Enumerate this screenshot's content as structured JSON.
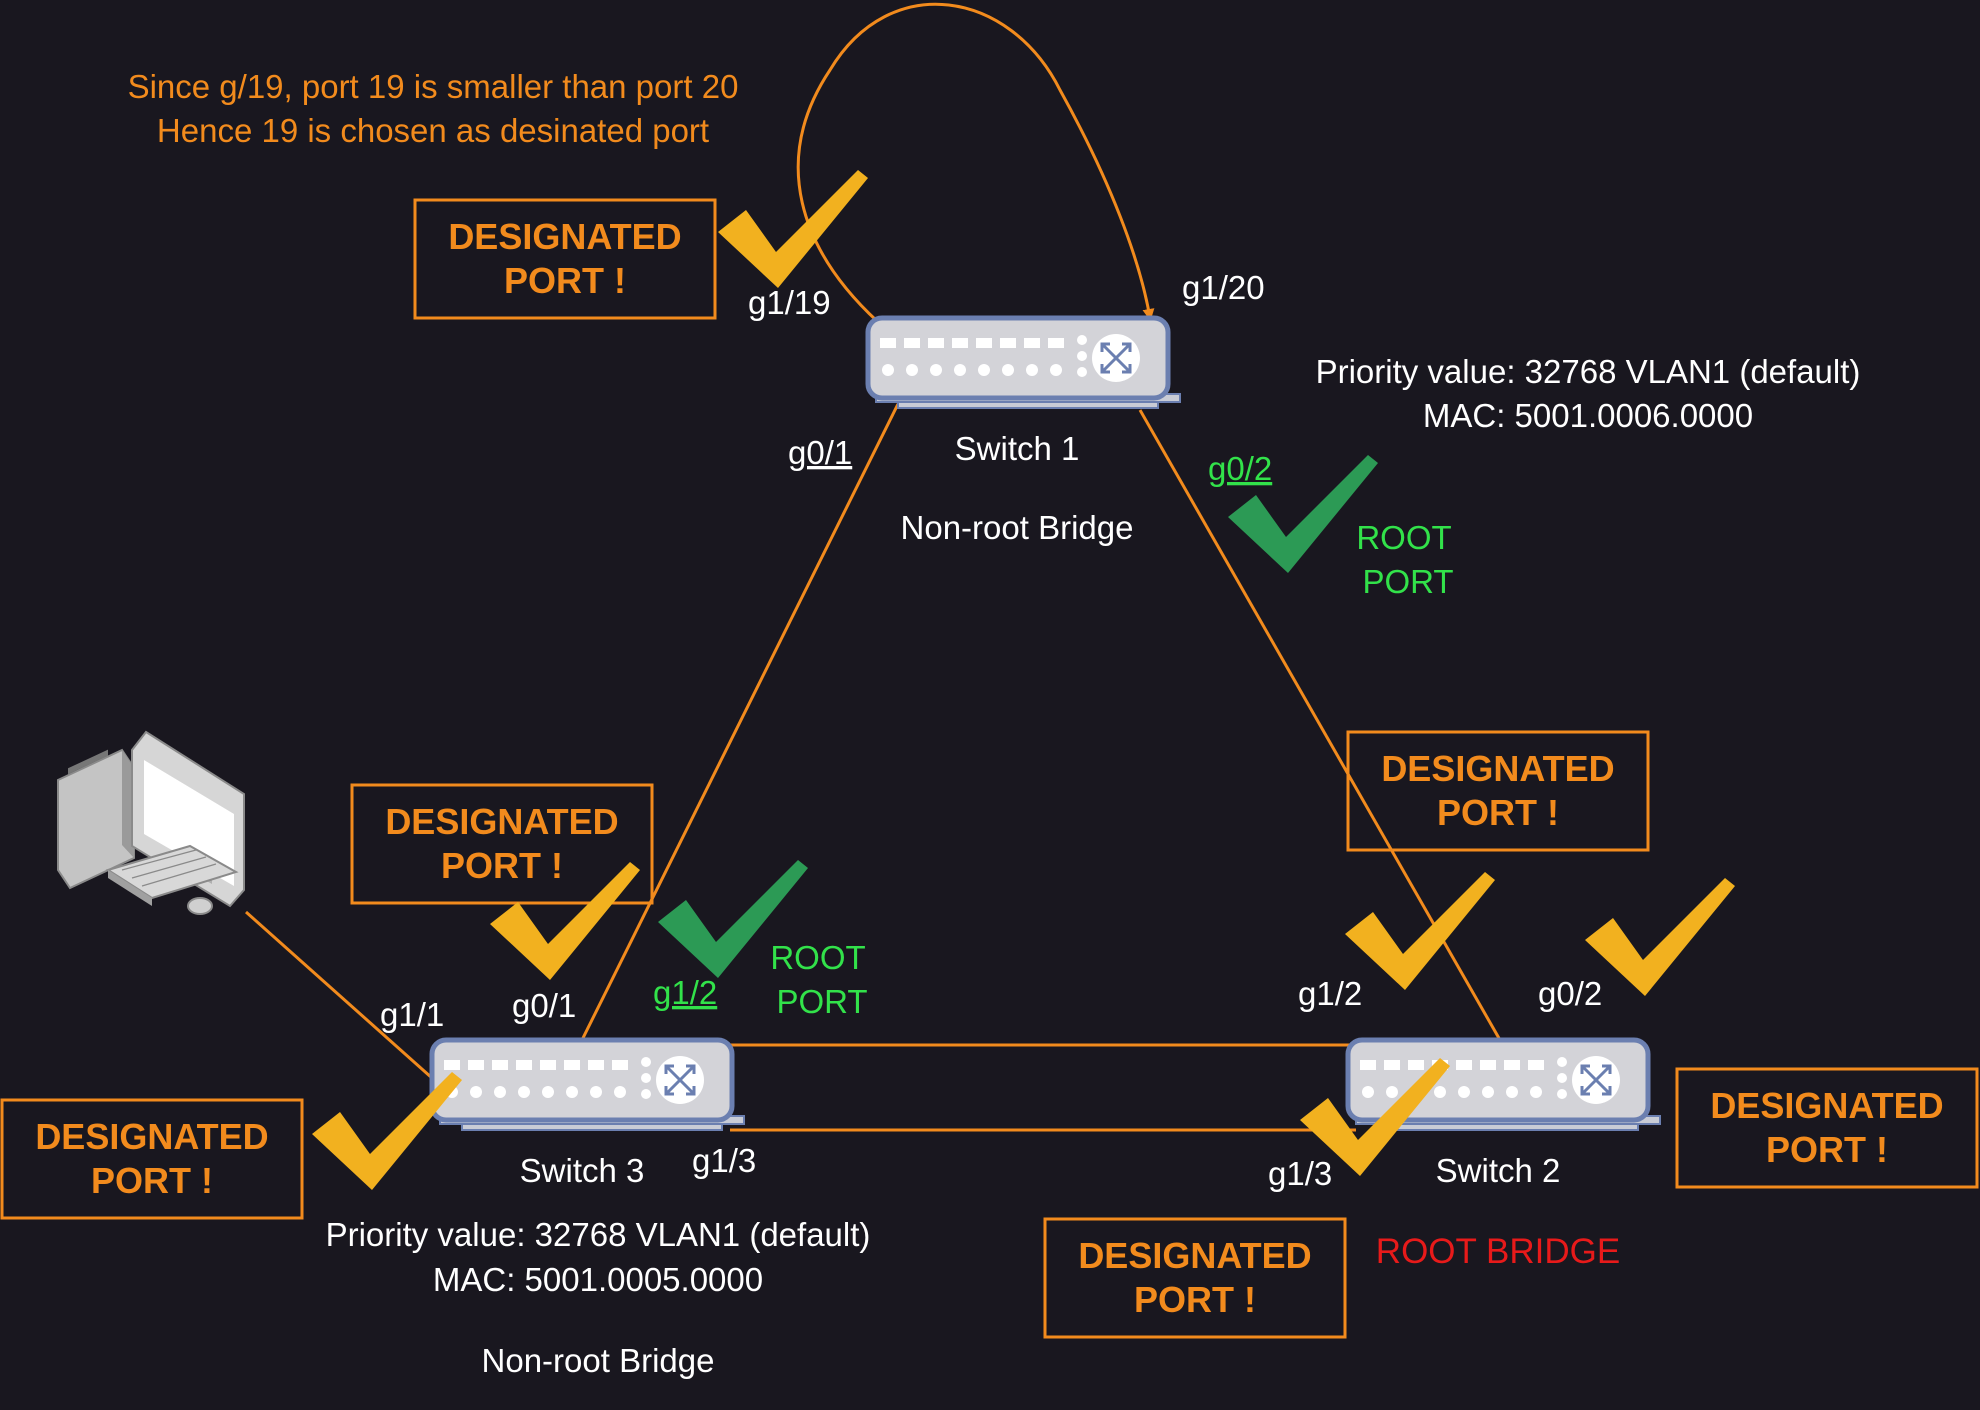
{
  "note": {
    "line1": "Since g/19, port 19 is smaller than port 20",
    "line2": "Hence 19 is chosen as desinated port"
  },
  "designated_label": {
    "line1": "DESIGNATED",
    "line2": "PORT !"
  },
  "root_port_label": {
    "line1": "ROOT",
    "line2": "PORT"
  },
  "switch1": {
    "name": "Switch 1",
    "role": "Non-root Bridge",
    "priority": "Priority value: 32768 VLAN1 (default)",
    "mac": "MAC: 5001.0006.0000",
    "ports": {
      "g1_19": "g1/19",
      "g1_20": "g1/20",
      "g0_1": "g0/1",
      "g0_2": "g0/2"
    }
  },
  "switch2": {
    "name": "Switch 2",
    "role": "ROOT BRIDGE",
    "ports": {
      "g1_2": "g1/2",
      "g0_2": "g0/2",
      "g1_3": "g1/3"
    }
  },
  "switch3": {
    "name": "Switch 3",
    "role": "Non-root Bridge",
    "priority": "Priority value: 32768 VLAN1 (default)",
    "mac": "MAC: 5001.0005.0000",
    "ports": {
      "g1_1": "g1/1",
      "g0_1": "g0/1",
      "g1_2": "g1/2",
      "g1_3": "g1/3"
    }
  },
  "colors": {
    "background": "#19171f",
    "link": "#f28b1d",
    "designated": "#f28b1d",
    "root_port": "#32e24a",
    "root_bridge": "#e81a1a",
    "check_designated": "#f2b11f",
    "check_root": "#2c9a55"
  }
}
